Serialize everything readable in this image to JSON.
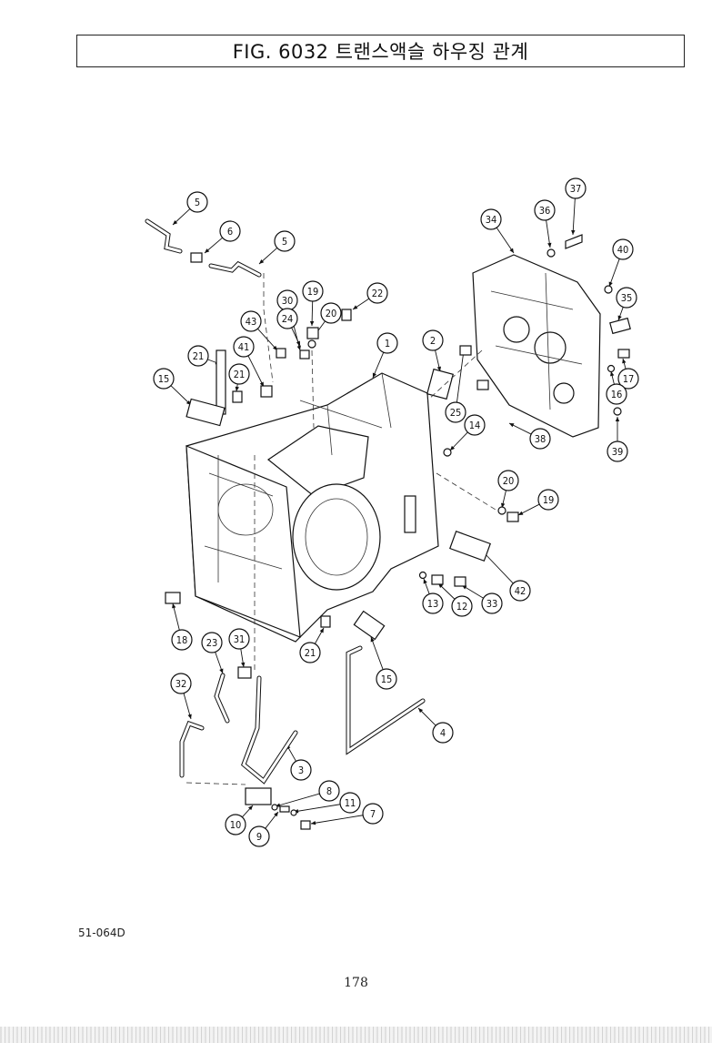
{
  "page": {
    "title": "FIG. 6032 트랜스액슬 하우징 관계",
    "doc_code": "51-064D",
    "page_number": "178"
  },
  "callouts": [
    "5",
    "6",
    "5",
    "37",
    "36",
    "34",
    "40",
    "35",
    "30",
    "19",
    "22",
    "43",
    "24",
    "20",
    "1",
    "2",
    "41",
    "21",
    "21",
    "15",
    "25",
    "17",
    "16",
    "14",
    "38",
    "39",
    "20",
    "19",
    "42",
    "13",
    "12",
    "33",
    "18",
    "23",
    "31",
    "21",
    "15",
    "32",
    "4",
    "3",
    "8",
    "11",
    "7",
    "10",
    "9"
  ]
}
